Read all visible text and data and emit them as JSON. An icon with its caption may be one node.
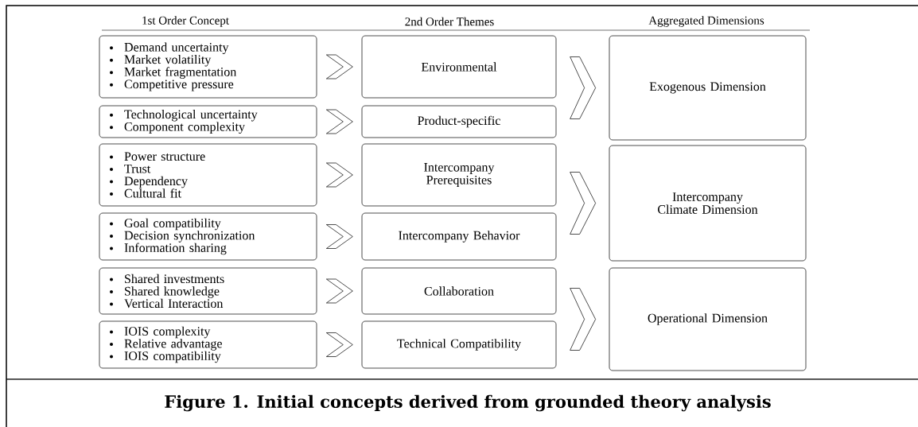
{
  "diagram": {
    "caption": "Figure 1. Initial concepts derived from grounded theory analysis",
    "nodes": [
      {
        "text": [
          "Demand uncertainty",
          "Market volatility",
          "Market fragmentation",
          "Competitive pressure"
        ]
      },
      {
        "text": [
          "Technological uncertainty",
          "Component complexity"
        ]
      },
      {
        "text": [
          "Power structure",
          "Trust",
          "Dependency",
          "Cultural fit"
        ]
      },
      {
        "text": [
          "Goal compatibility",
          "Decision synchronization",
          "Information sharing"
        ]
      },
      {
        "text": [
          "Shared investments",
          "Shared knowledge",
          "Vertical Interaction"
        ]
      },
      {
        "text": [
          "IOIS complexity",
          "Relative advantage",
          "IOIS compatibility"
        ]
      },
      {
        "text": [
          "Environmental"
        ]
      },
      {
        "text": [
          "Product-specific"
        ]
      },
      {
        "text": [
          "Intercompany Prerequisites"
        ]
      },
      {
        "text": [
          "Intercompany Behavior"
        ]
      },
      {
        "text": [
          "Collaboration"
        ]
      },
      {
        "text": [
          "Technical Compatibility"
        ]
      },
      {
        "text": [
          "Exogenous Dimension"
        ]
      },
      {
        "text": [
          "Intercompany Climate Dimension"
        ]
      },
      {
        "text": [
          "Operational Dimension"
        ]
      }
    ],
    "edges": [
      {
        "from": 0,
        "to": 6,
        "arrow": "to"
      },
      {
        "from": 1,
        "to": 7,
        "arrow": "to"
      },
      {
        "from": 2,
        "to": 8,
        "arrow": "to"
      },
      {
        "from": 3,
        "to": 9,
        "arrow": "to"
      },
      {
        "from": 4,
        "to": 10,
        "arrow": "to"
      },
      {
        "from": 5,
        "to": 11,
        "arrow": "to"
      },
      {
        "from": 6,
        "to": 12,
        "arrow": "to"
      },
      {
        "from": 7,
        "to": 12,
        "arrow": "to"
      },
      {
        "from": 8,
        "to": 13,
        "arrow": "to"
      },
      {
        "from": 9,
        "to": 13,
        "arrow": "to"
      },
      {
        "from": 10,
        "to": 14,
        "arrow": "to"
      },
      {
        "from": 11,
        "to": 14,
        "arrow": "to"
      }
    ],
    "labels": [
      "1st Order Concept",
      "2nd Order Themes",
      "Aggregated Dimensions"
    ]
  }
}
